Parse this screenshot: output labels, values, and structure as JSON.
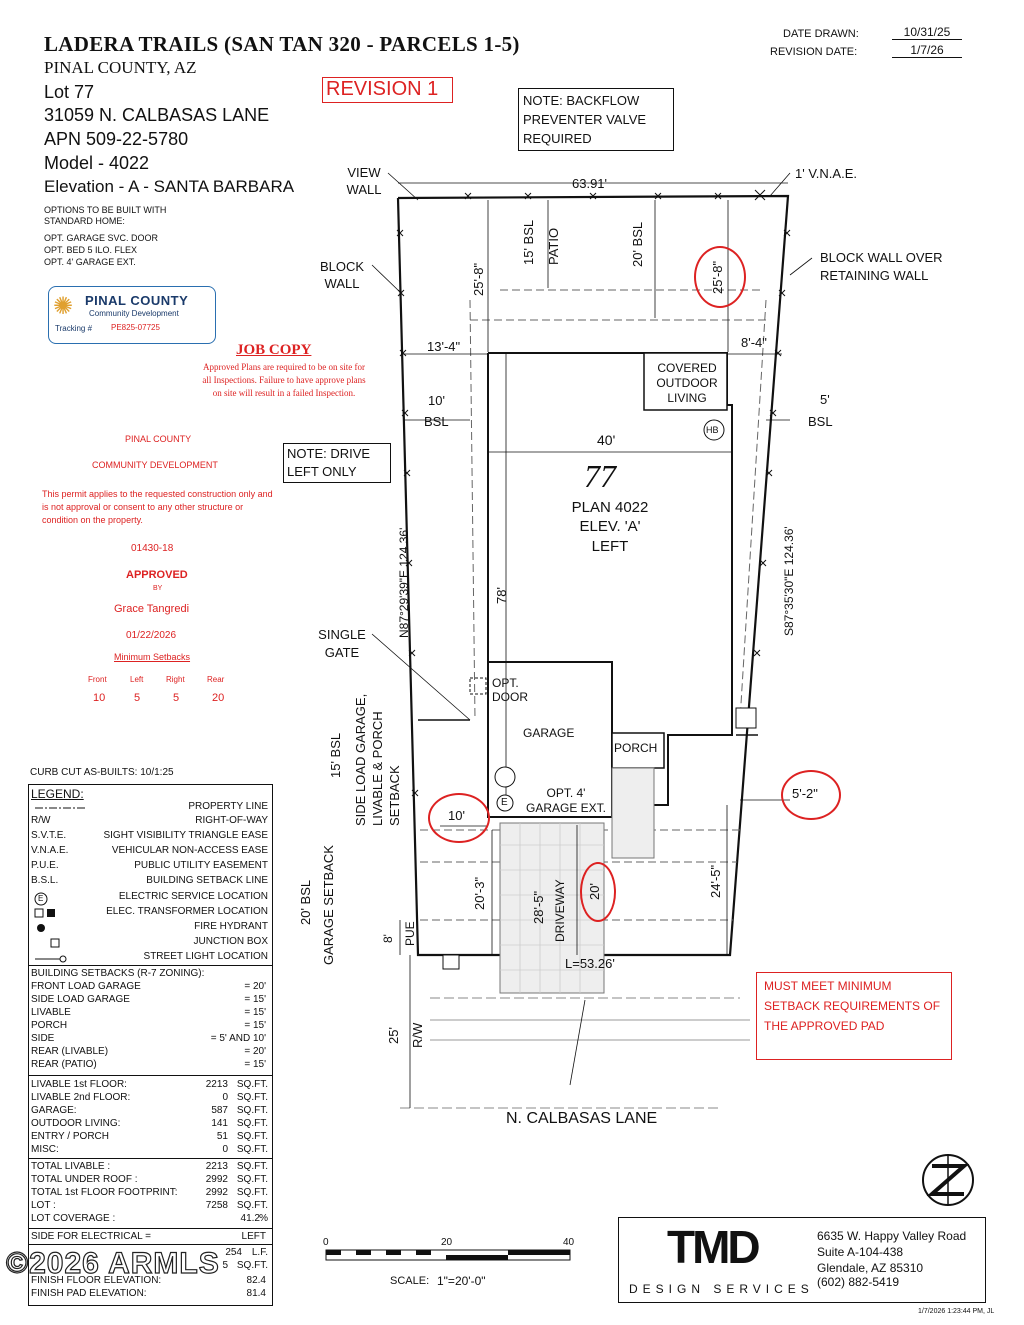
{
  "header": {
    "subdivision": "LADERA TRAILS (SAN TAN 320 - PARCELS 1-5)",
    "county": "PINAL COUNTY, AZ",
    "lot": "Lot 77",
    "address": "31059 N. CALBASAS LANE",
    "apn": "APN 509-22-5780",
    "model": "Model - 4022",
    "elevation": "Elevation - A - SANTA BARBARA",
    "revision": "REVISION 1",
    "date_drawn_label": "DATE DRAWN:",
    "date_drawn": "10/31/25",
    "revision_date_label": "REVISION DATE:",
    "revision_date": "1/7/26"
  },
  "options": {
    "title": "OPTIONS TO BE BUILT WITH STANDARD HOME:",
    "items": [
      "OPT. GARAGE SVC. DOOR",
      "OPT. BED 5 ILO. FLEX",
      "OPT. 4' GARAGE EXT."
    ]
  },
  "notes": {
    "backflow": "NOTE: BACKFLOW PREVENTER VALVE REQUIRED",
    "drive": "NOTE: DRIVE LEFT ONLY",
    "setback_warning": "MUST MEET MINIMUM SETBACK REQUIREMENTS OF THE APPROVED PAD"
  },
  "stamp": {
    "agency": "PINAL COUNTY",
    "agency_sub": "Community Development",
    "tracking_label": "Tracking #",
    "tracking": "PE825-07725",
    "job_copy": "JOB COPY",
    "job_copy_note": "Approved Plans are required to be on site for all Inspections. Failure to have approve plans on site will result in a failed Inspection.",
    "county": "PINAL COUNTY",
    "dept": "COMMUNITY DEVELOPMENT",
    "permit_note": "This permit applies to the requested construction only and is not approval or consent to any other structure or condition on the property.",
    "number": "01430-18",
    "approved": "APPROVED",
    "by": "BY",
    "approver": "Grace Tangredi",
    "date": "01/22/2026",
    "min_setbacks_title": "Minimum Setbacks",
    "setback_headers": [
      "Front",
      "Left",
      "Right",
      "Rear"
    ],
    "setback_values": [
      "10",
      "5",
      "5",
      "20"
    ]
  },
  "plan": {
    "lot_number": "77",
    "plan": "PLAN 4022",
    "elev": "ELEV. 'A'",
    "hand": "LEFT",
    "street": "N. CALBASAS LANE",
    "labels": {
      "view_wall": "VIEW WALL",
      "block_wall": "BLOCK WALL",
      "block_wall_retaining": "BLOCK WALL OVER RETAINING WALL",
      "vnae": "1' V.N.A.E.",
      "rear_width": "63.91'",
      "bsl15": "15' BSL",
      "patio": "PATIO",
      "bsl20": "20' BSL",
      "dim_25_8_left": "25'-8\"",
      "dim_25_8_right": "25'-8\"",
      "dim_13_4": "13'-4\"",
      "dim_8_4": "8'-4\"",
      "covered_outdoor": "COVERED OUTDOOR LIVING",
      "bsl10_a": "10'",
      "bsl10_b": "BSL",
      "bsl5_a": "5'",
      "bsl5_b": "BSL",
      "hb": "HB",
      "width40": "40'",
      "depth78": "78'",
      "left_bearing": "N87°29'39\"E 124.36'",
      "right_bearing": "S87°35'30\"E 124.36'",
      "single_gate": "SINGLE GATE",
      "opt_door": "OPT. DOOR",
      "garage": "GARAGE",
      "porch": "PORCH",
      "bsl15_side": "15' BSL",
      "side_load": "SIDE LOAD GARAGE, LIVABLE & PORCH SETBACK",
      "opt_ext": "OPT. 4' GARAGE EXT.",
      "e": "E",
      "dim_10": "10'",
      "dim_5_2": "5'-2\"",
      "bsl20_front": "20' BSL",
      "garage_setback": "GARAGE SETBACK",
      "dim_20_3": "20'-3\"",
      "dim_28_5": "28'-5\"",
      "driveway": "DRIVEWAY",
      "dim_20": "20'",
      "dim_24_5": "24'-5\"",
      "pue8": "8'",
      "pue": "PUE",
      "arc": "L=53.26'",
      "rw25": "25'",
      "rw": "R/W"
    }
  },
  "curb": "CURB CUT AS-BUILTS: 10/1:25",
  "legend": {
    "title": "LEGEND:",
    "items": [
      {
        "sym": "",
        "label": "PROPERTY LINE"
      },
      {
        "sym": "R/W",
        "label": "RIGHT-OF-WAY"
      },
      {
        "sym": "S.V.T.E.",
        "label": "SIGHT VISIBILITY TRIANGLE EASE"
      },
      {
        "sym": "V.N.A.E.",
        "label": "VEHICULAR NON-ACCESS EASE"
      },
      {
        "sym": "P.U.E.",
        "label": "PUBLIC UTILITY EASEMENT"
      },
      {
        "sym": "B.S.L.",
        "label": "BUILDING SETBACK LINE"
      },
      {
        "sym": "E",
        "label": "ELECTRIC SERVICE LOCATION"
      },
      {
        "sym": "",
        "label": "ELEC. TRANSFORMER LOCATION"
      },
      {
        "sym": "",
        "label": "FIRE HYDRANT"
      },
      {
        "sym": "",
        "label": "JUNCTION BOX"
      },
      {
        "sym": "",
        "label": "STREET LIGHT LOCATION"
      }
    ]
  },
  "building_setbacks": {
    "title": "BUILDING SETBACKS (R-7 ZONING):",
    "rows": [
      [
        "FRONT LOAD GARAGE",
        "= 20'"
      ],
      [
        "SIDE LOAD GARAGE",
        "= 15'"
      ],
      [
        "LIVABLE",
        "= 15'"
      ],
      [
        "PORCH",
        "= 15'"
      ],
      [
        "SIDE",
        "= 5' AND 10'"
      ],
      [
        "REAR (LIVABLE)",
        "= 20'"
      ],
      [
        "REAR (PATIO)",
        "= 15'"
      ]
    ]
  },
  "areas": [
    [
      "LIVABLE 1st FLOOR:",
      "2213",
      "SQ.FT."
    ],
    [
      "LIVABLE 2nd FLOOR:",
      "0",
      "SQ.FT."
    ],
    [
      "GARAGE:",
      "587",
      "SQ.FT."
    ],
    [
      "OUTDOOR LIVING:",
      "141",
      "SQ.FT."
    ],
    [
      "ENTRY / PORCH",
      "51",
      "SQ.FT."
    ],
    [
      "MISC:",
      "0",
      "SQ.FT."
    ]
  ],
  "totals": [
    [
      "TOTAL LIVABLE :",
      "2213",
      "SQ.FT."
    ],
    [
      "TOTAL UNDER ROOF :",
      "2992",
      "SQ.FT."
    ],
    [
      "TOTAL 1st FLOOR FOOTPRINT:",
      "2992",
      "SQ.FT."
    ],
    [
      "LOT :",
      "7258",
      "SQ.FT."
    ],
    [
      "LOT COVERAGE :",
      "41.2",
      "%"
    ]
  ],
  "electrical": {
    "label": "SIDE FOR ELECTRICAL =",
    "value": "LEFT",
    "rows": [
      [
        "",
        "254",
        "L.F."
      ],
      [
        "",
        "5",
        "SQ.FT."
      ],
      [
        "FINISH FLOOR ELEVATION:",
        "82.4",
        ""
      ],
      [
        "FINISH PAD ELEVATION:",
        "81.4",
        ""
      ]
    ]
  },
  "watermark": "©2026 ARMLS",
  "scale": {
    "ticks": [
      "0",
      "20",
      "40"
    ],
    "label": "SCALE:",
    "value": "1\"=20'-0\""
  },
  "company": {
    "logo": "TMD",
    "tagline": "DESIGN SERVICES",
    "address1": "6635 W. Happy Valley Road",
    "address2": "Suite A-104-438",
    "address3": "Glendale, AZ 85310",
    "phone": "(602) 882-5419"
  },
  "print_stamp": "1/7/2026 1:23:44 PM, JL",
  "colors": {
    "stamp_red": "#d22222",
    "line": "#111111",
    "stamp_blue": "#2a6fb0"
  }
}
